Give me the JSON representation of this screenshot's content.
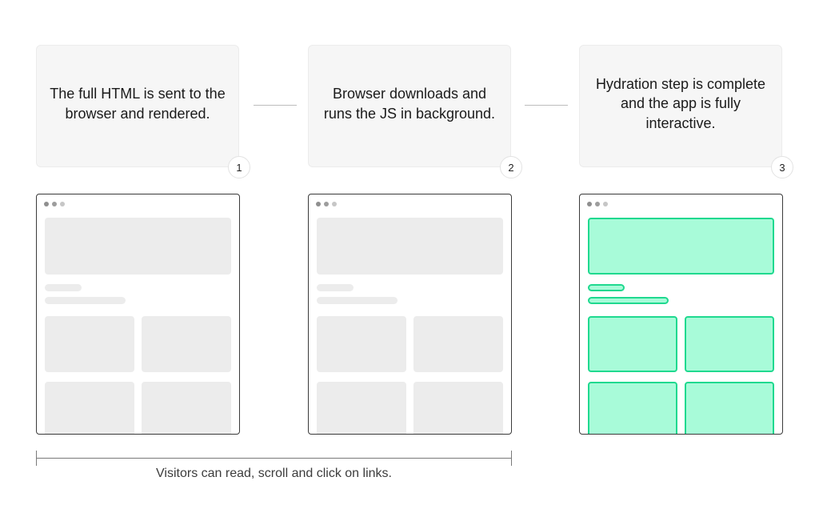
{
  "steps": [
    {
      "number": "1",
      "text": "The full HTML is sent to the browser and rendered."
    },
    {
      "number": "2",
      "text": "Browser downloads and runs the JS in background."
    },
    {
      "number": "3",
      "text": "Hydration step is complete and the app is fully interactive."
    }
  ],
  "caption": "Visitors can read, scroll and click on links.",
  "colors": {
    "placeholder": "#ececec",
    "hydrated_fill": "#a8fbd9",
    "hydrated_border": "#1fd98f",
    "card_background": "#f6f6f6"
  }
}
